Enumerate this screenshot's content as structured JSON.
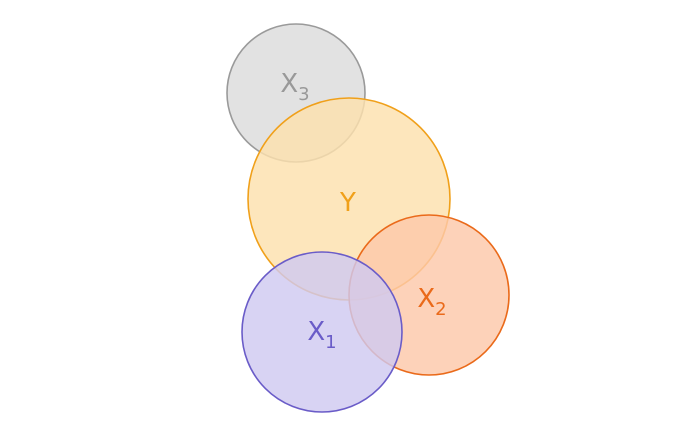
{
  "diagram": {
    "type": "venn",
    "sets": [
      {
        "key": "x3",
        "label": "X",
        "subscript": "3",
        "fill": "#dcdcdc",
        "stroke": "#9a9a9a",
        "text_color": "#999999"
      },
      {
        "key": "y",
        "label": "Y",
        "subscript": "",
        "fill": "#fde0ad",
        "stroke": "#f0a01a",
        "text_color": "#f0a01a"
      },
      {
        "key": "x2",
        "label": "X",
        "subscript": "2",
        "fill": "#fcc8aa",
        "stroke": "#ea6a1a",
        "text_color": "#ea6a1a"
      },
      {
        "key": "x1",
        "label": "X",
        "subscript": "1",
        "fill": "#cfc9f0",
        "stroke": "#6a5cc8",
        "text_color": "#6a5cc8"
      }
    ]
  }
}
